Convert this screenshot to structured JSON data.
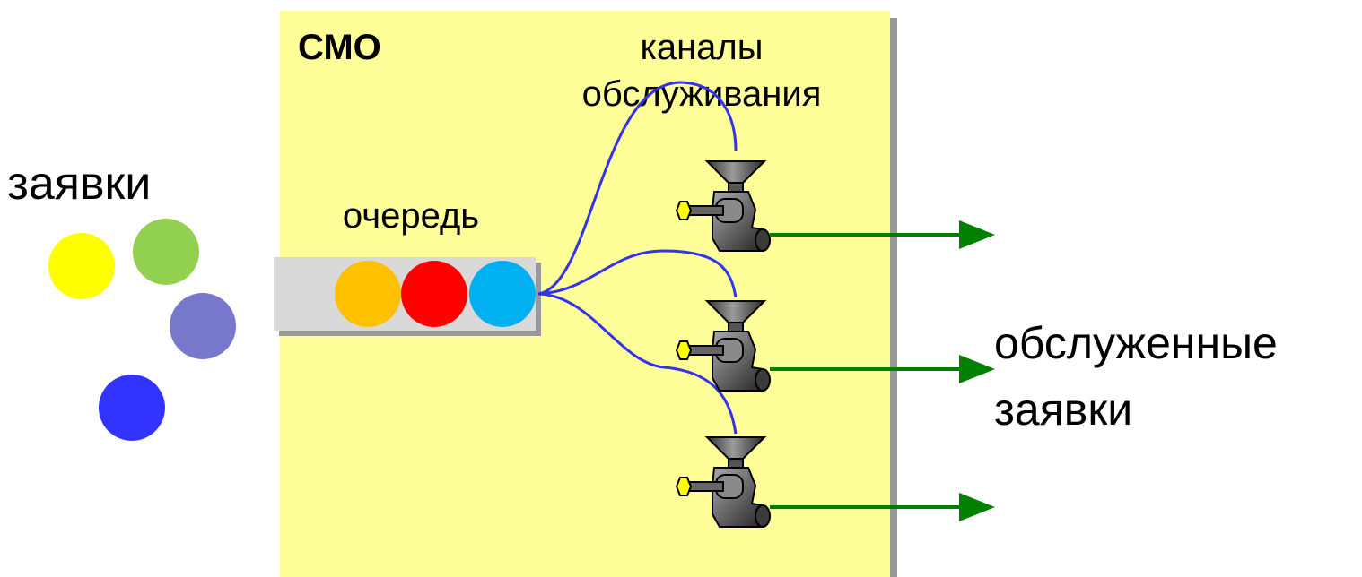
{
  "system": {
    "title": "СМО",
    "channels_label_line1": "каналы",
    "channels_label_line2": "обслуживания",
    "queue_label": "очередь",
    "fill_color": "#ffff99",
    "shadow_color": "#999999"
  },
  "incoming": {
    "label": "заявки",
    "requests": [
      {
        "color": "#ffff00"
      },
      {
        "color": "#92d050"
      },
      {
        "color": "#7777cc"
      },
      {
        "color": "#3333ff"
      }
    ]
  },
  "queue": {
    "items": [
      {
        "color": "#ffc000"
      },
      {
        "color": "#ff0000"
      },
      {
        "color": "#00b0f0"
      }
    ]
  },
  "channels": {
    "count": 3,
    "icon": "meat-grinder-icon",
    "connector_color": "#3333ee"
  },
  "outgoing": {
    "label_line1": "обслуженные",
    "label_line2": "заявки",
    "arrow_color": "#008000"
  }
}
